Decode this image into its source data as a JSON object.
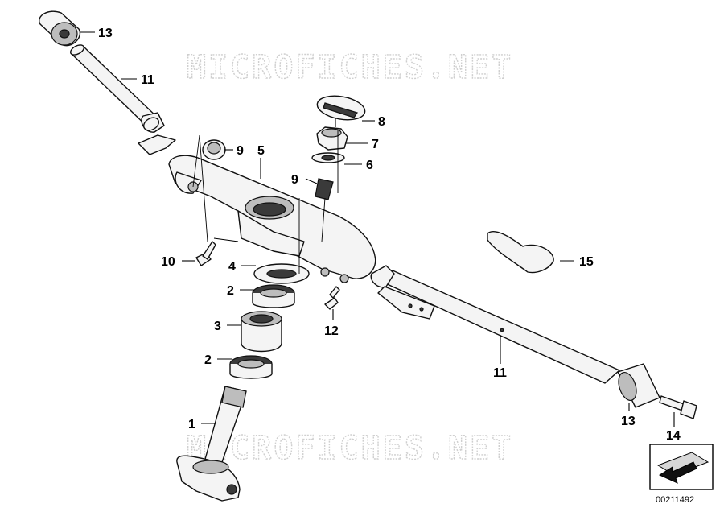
{
  "watermark": {
    "top": "MICROFICHES.NET",
    "bottom": "MICROFICHES.NET"
  },
  "reference_number": "00211492",
  "callouts": [
    {
      "id": "c13a",
      "label": "13"
    },
    {
      "id": "c11a",
      "label": "11"
    },
    {
      "id": "c9a",
      "label": "9"
    },
    {
      "id": "c5",
      "label": "5"
    },
    {
      "id": "c8",
      "label": "8"
    },
    {
      "id": "c7",
      "label": "7"
    },
    {
      "id": "c6",
      "label": "6"
    },
    {
      "id": "c9b",
      "label": "9"
    },
    {
      "id": "c10",
      "label": "10"
    },
    {
      "id": "c4",
      "label": "4"
    },
    {
      "id": "c2a",
      "label": "2"
    },
    {
      "id": "c3",
      "label": "3"
    },
    {
      "id": "c2b",
      "label": "2"
    },
    {
      "id": "c12",
      "label": "12"
    },
    {
      "id": "c15",
      "label": "15"
    },
    {
      "id": "c11b",
      "label": "11"
    },
    {
      "id": "c13b",
      "label": "13"
    },
    {
      "id": "c14",
      "label": "14"
    },
    {
      "id": "c1",
      "label": "1"
    }
  ]
}
